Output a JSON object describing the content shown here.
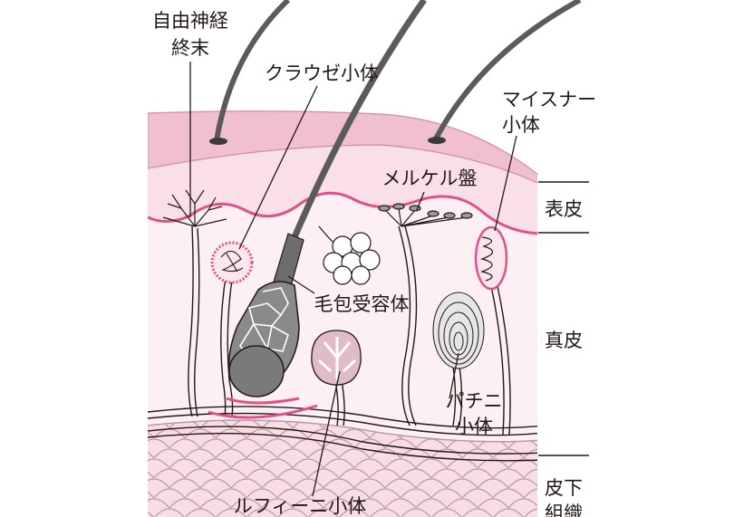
{
  "labels": {
    "free_nerve_ending_1": "自由神経",
    "free_nerve_ending_2": "終末",
    "krause": "クラウゼ小体",
    "meissner_1": "マイスナー",
    "meissner_2": "小体",
    "merkel": "メルケル盤",
    "hair_follicle": "毛包受容体",
    "pacinian_1": "パチニ",
    "pacinian_2": "小体",
    "ruffini": "ルフィーニ小体"
  },
  "layers": {
    "epidermis": "表皮",
    "dermis": "真皮",
    "subcutis_1": "皮下",
    "subcutis_2": "組織"
  },
  "colors": {
    "epidermis_top": "#f0bfd0",
    "epidermis": "#f8dfe8",
    "dermis": "#fdf0f4",
    "subcutis": "#f8dce6",
    "hair": "#5b5b5b",
    "outline": "#231815",
    "accent_pink": "#e0508a"
  }
}
